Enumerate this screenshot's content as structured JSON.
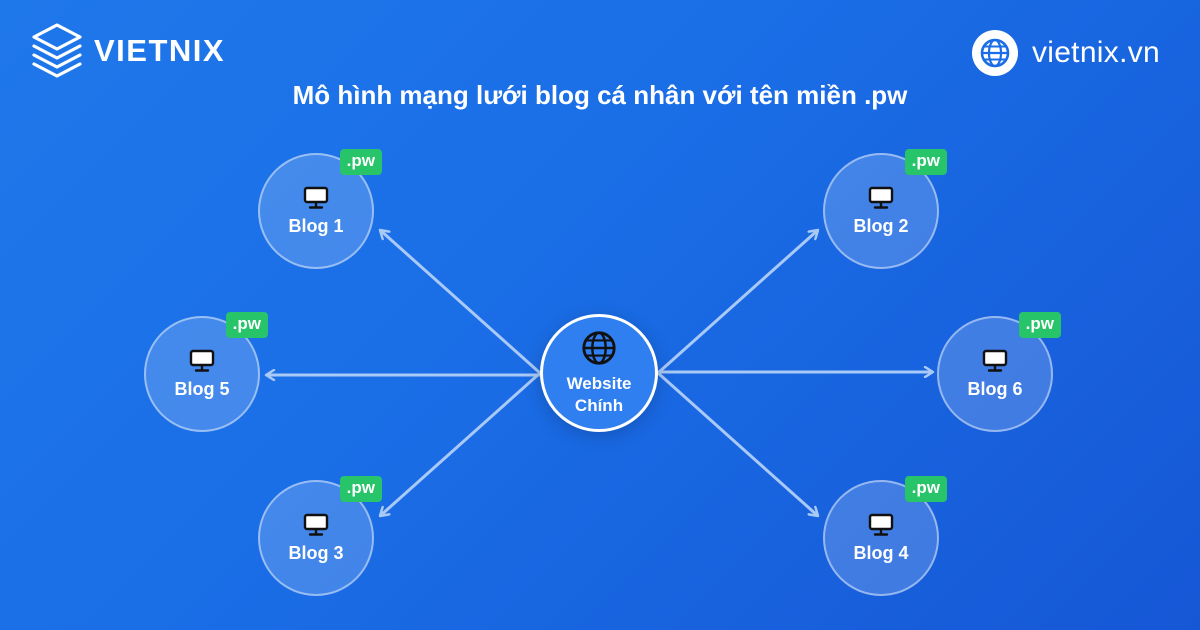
{
  "brand": {
    "name": "VIETNIX",
    "url": "vietnix.vn"
  },
  "title": "Mô hình mạng lưới blog cá nhân với tên miền .pw",
  "center": {
    "label": "Website Chính"
  },
  "blogs": [
    {
      "label": "Blog 1",
      "badge": ".pw"
    },
    {
      "label": "Blog 2",
      "badge": ".pw"
    },
    {
      "label": "Blog 3",
      "badge": ".pw"
    },
    {
      "label": "Blog 4",
      "badge": ".pw"
    },
    {
      "label": "Blog 5",
      "badge": ".pw"
    },
    {
      "label": "Blog 6",
      "badge": ".pw"
    }
  ],
  "colors": {
    "badge": "#27c46a",
    "background": "#1a6de6",
    "arrow": "#a9c9f7"
  },
  "icons": {
    "brand": "stacked-layers-logo",
    "site": "globe-icon",
    "center": "globe-icon",
    "blog": "monitor-icon"
  }
}
